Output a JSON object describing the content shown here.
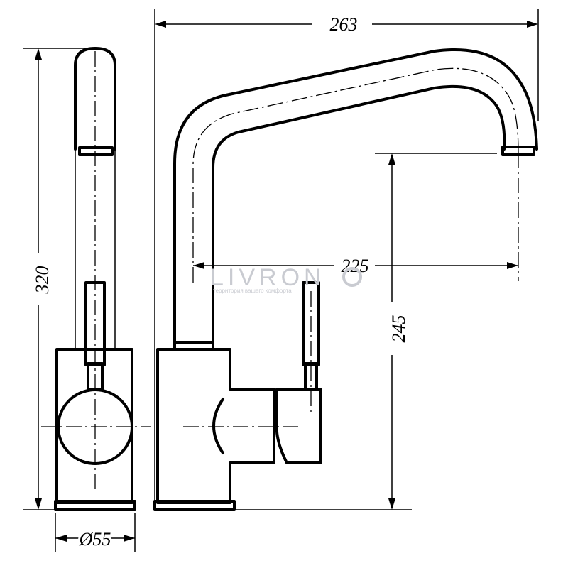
{
  "dimensions": {
    "overall_width": "263",
    "spout_reach": "225",
    "overall_height": "320",
    "spout_height": "245",
    "base_diameter": "Ø55"
  },
  "watermark": {
    "brand": "LIVRON",
    "tagline": "территория вашего комфорта"
  },
  "colors": {
    "line": "#000000",
    "watermark": "#c9cbd1"
  }
}
